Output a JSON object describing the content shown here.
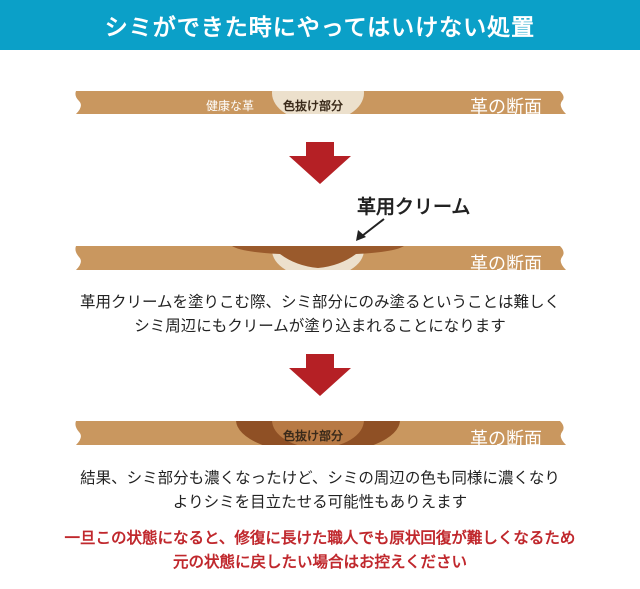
{
  "banner": {
    "title": "シミができた時にやってはいけない処置"
  },
  "diagram1": {
    "healthy_label": "健康な革",
    "faded_label": "色抜け部分",
    "section_label": "革の断面"
  },
  "diagram2": {
    "cream_label": "革用クリーム",
    "section_label": "革の断面"
  },
  "explanation": {
    "line1": "革用クリームを塗りこむ際、シミ部分にのみ塗るということは難しく",
    "line2": "シミ周辺にもクリームが塗り込まれることになります"
  },
  "diagram3": {
    "faded_label": "色抜け部分",
    "section_label": "革の断面"
  },
  "result": {
    "line1": "結果、シミ部分も濃くなったけど、シミの周辺の色も同様に濃くなり",
    "line2": "よりシミを目立たせる可能性もありえます"
  },
  "warning": {
    "line1": "一旦この状態になると、修復に長けた職人でも原状回復が難しくなるため",
    "line2": "元の状態に戻したい場合はお控えください"
  },
  "colors": {
    "banner": "#0ba0c8",
    "leather": "#c9975f",
    "faded": "#ece0cc",
    "cream": "#9a5a2c",
    "arrow": "#b52025",
    "warning": "#c0282d"
  }
}
